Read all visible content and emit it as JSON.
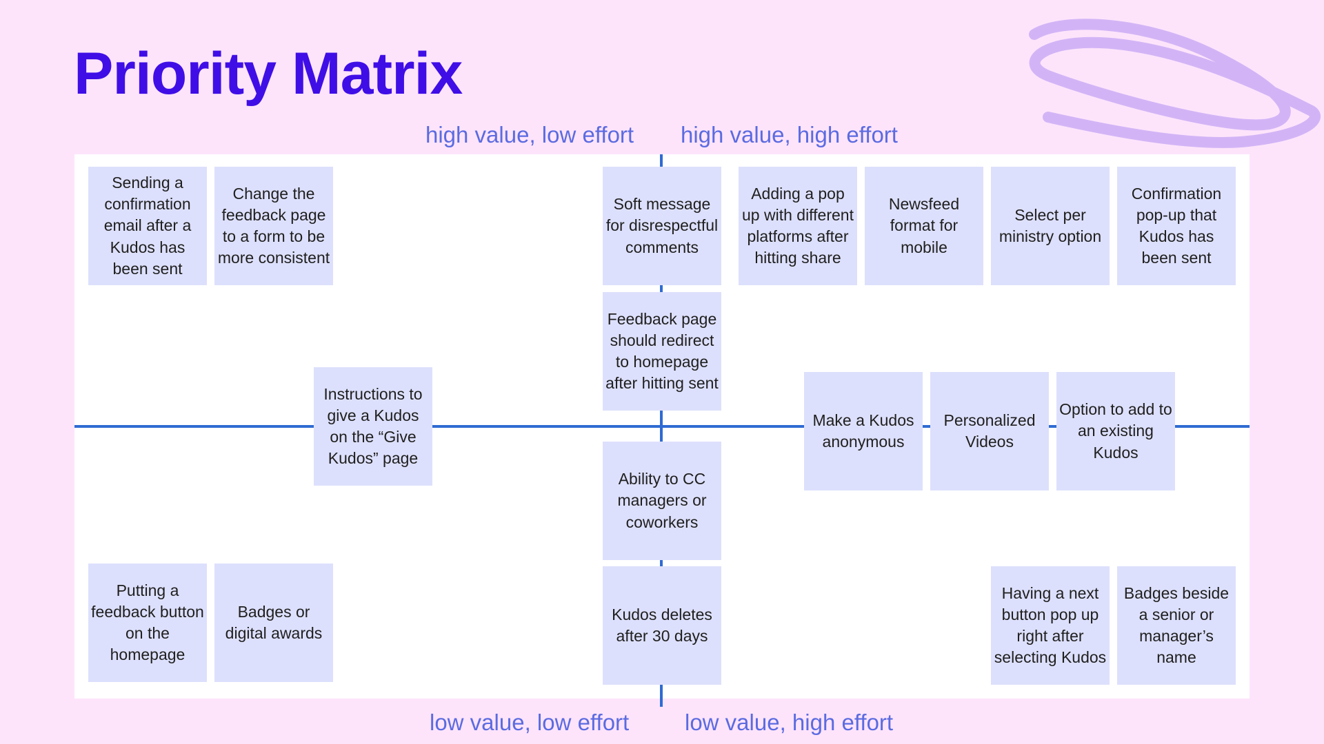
{
  "title": "Priority Matrix",
  "quadrant_labels": {
    "top_left": "high value, low effort",
    "top_right": "high value, high effort",
    "bottom_left": "low value, low effort",
    "bottom_right": "low value, high effort"
  },
  "notes": [
    "Sending a confirmation email after a Kudos has been sent",
    "Change the feedback page to a form to be more consistent",
    "Soft message for disrespectful comments",
    "Adding a pop up with different platforms after hitting share",
    "Newsfeed format for mobile",
    "Select per ministry option",
    "Confirmation pop-up that Kudos has been sent",
    "Feedback page should redirect to homepage after hitting sent",
    "Instructions to give a Kudos on the “Give Kudos” page",
    "Make a Kudos anonymous",
    "Personalized Videos",
    "Option to add to an existing Kudos",
    "Ability to CC managers or coworkers",
    "Putting a feedback button on the homepage",
    "Badges or digital awards",
    "Kudos deletes after 30 days",
    "Having a next button pop up right after selecting Kudos",
    "Badges beside a senior or manager’s name"
  ],
  "colors": {
    "background": "#fde4fb",
    "title": "#3f0ee6",
    "axis": "#2f6bd3",
    "note": "#dde0fc",
    "label": "#5b6be0",
    "scribble": "#d2b4f6"
  }
}
